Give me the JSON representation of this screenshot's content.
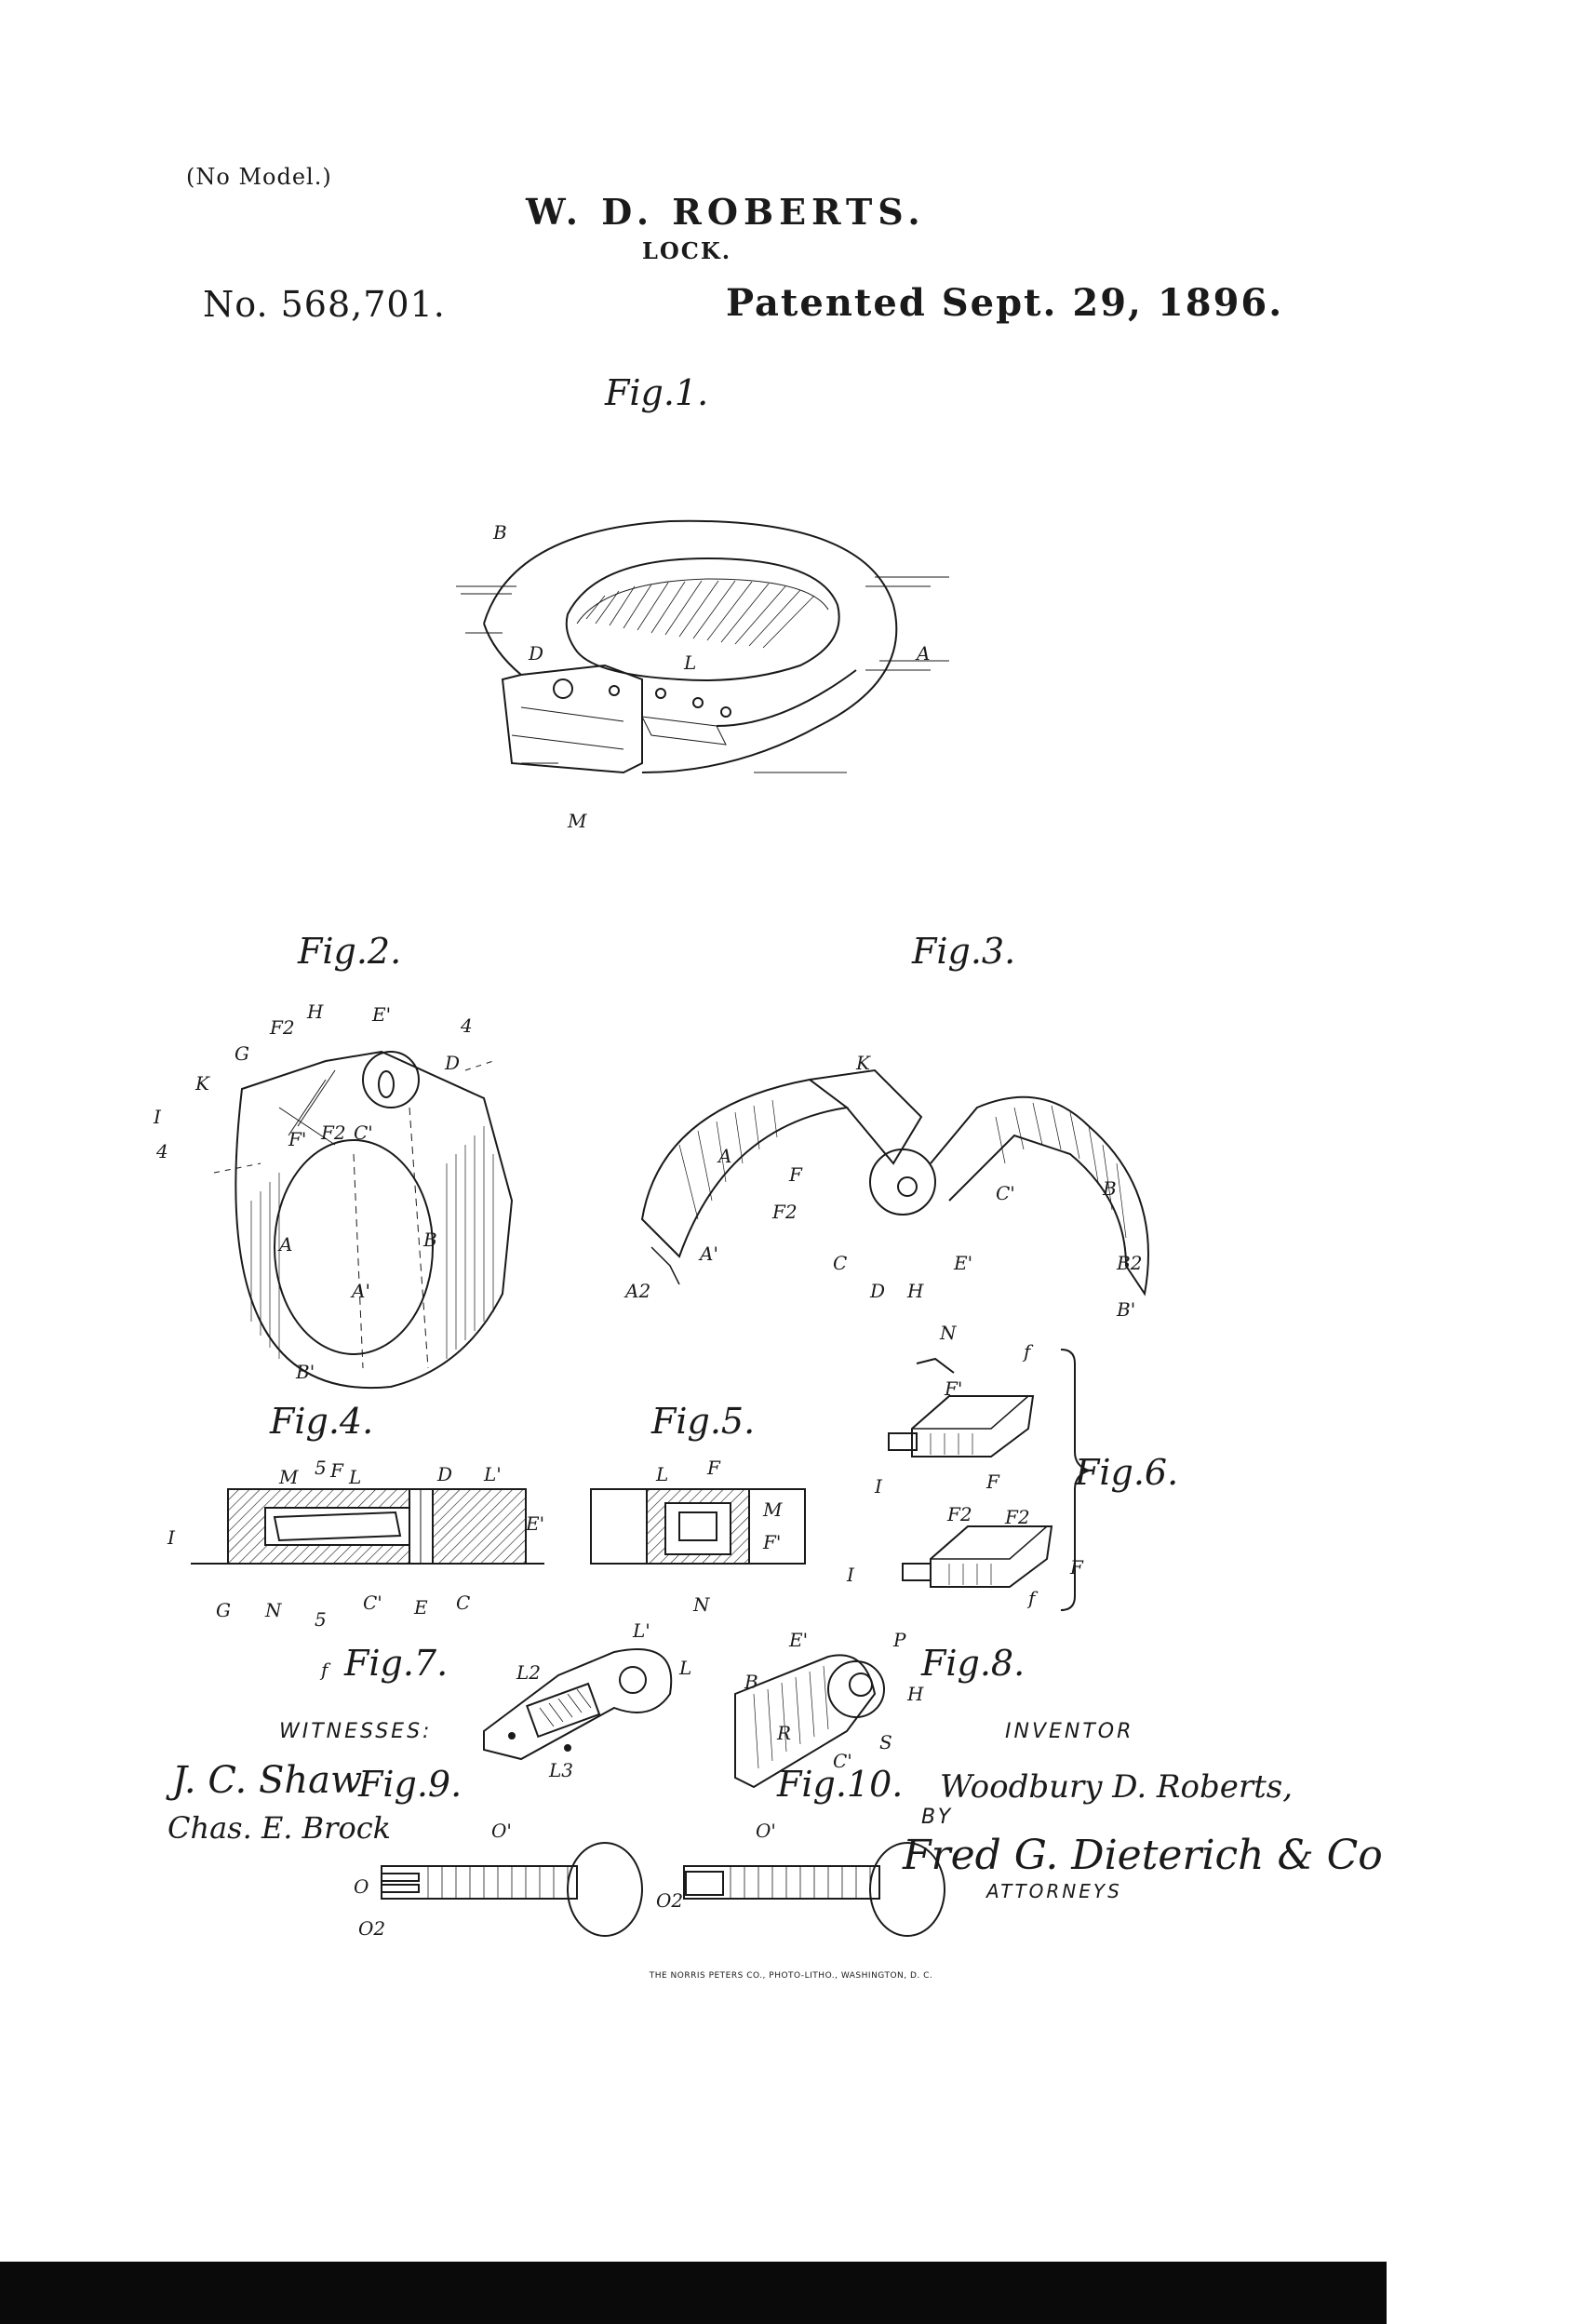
{
  "header": {
    "no_model": "(No Model.)",
    "inventor": "W. D. ROBERTS.",
    "subject": "LOCK.",
    "patent_number": "No. 568,701.",
    "patented": "Patented Sept. 29, 1896."
  },
  "figures": {
    "fig1": {
      "caption": "Fig.1.",
      "labels": [
        "B",
        "D",
        "L",
        "A",
        "M"
      ]
    },
    "fig2": {
      "caption": "Fig.2.",
      "labels": [
        "F2",
        "H",
        "E'",
        "4",
        "G",
        "D",
        "K",
        "I",
        "4",
        "F'",
        "F2",
        "C'",
        "A",
        "B",
        "A'",
        "B'"
      ]
    },
    "fig3": {
      "caption": "Fig.3.",
      "labels": [
        "K",
        "A",
        "F",
        "F2",
        "C'",
        "B",
        "A'",
        "A2",
        "C",
        "D",
        "H",
        "E'",
        "B2",
        "B'"
      ]
    },
    "fig4": {
      "caption": "Fig.4.",
      "labels": [
        "M",
        "5",
        "F",
        "L",
        "D",
        "L'",
        "I",
        "E'",
        "G",
        "N",
        "5",
        "C'",
        "E",
        "C"
      ]
    },
    "fig5": {
      "caption": "Fig.5.",
      "labels": [
        "L",
        "F",
        "M",
        "F'",
        "N"
      ]
    },
    "fig6": {
      "caption": "Fig.6.",
      "labels": [
        "N",
        "f",
        "F'",
        "I",
        "F",
        "F2",
        "F2",
        "I",
        "F",
        "f"
      ]
    },
    "fig7": {
      "caption": "Fig.7.",
      "labels": [
        "f",
        "L'",
        "L2",
        "L",
        "L3"
      ]
    },
    "fig8": {
      "caption": "Fig.8.",
      "labels": [
        "E'",
        "P",
        "B",
        "H",
        "R",
        "S",
        "C'"
      ]
    },
    "fig9": {
      "caption": "Fig.9.",
      "labels": [
        "O'",
        "O",
        "O2"
      ]
    },
    "fig10": {
      "caption": "Fig.10.",
      "labels": [
        "O'",
        "O2"
      ]
    }
  },
  "witnesses": {
    "heading": "WITNESSES:",
    "signature1": "J. C. Shaw",
    "signature2": "Chas. E. Brock"
  },
  "inventor_block": {
    "heading": "INVENTOR",
    "name": "Woodbury D. Roberts,",
    "by": "BY",
    "attorney_signature": "Fred G. Dieterich & Co",
    "attorneys_label": "ATTORNEYS"
  },
  "printer_line": "THE NORRIS PETERS CO., PHOTO-LITHO., WASHINGTON, D. C."
}
